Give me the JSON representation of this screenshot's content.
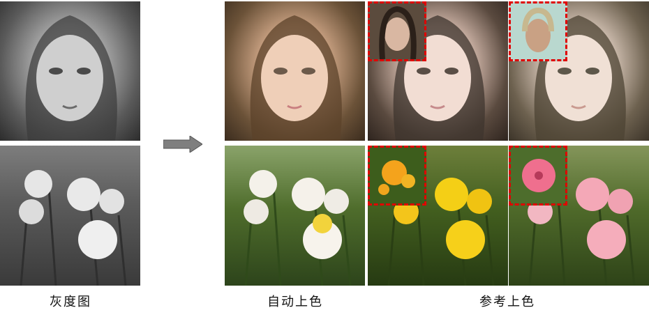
{
  "captions": {
    "grayscale": "灰度图",
    "auto": "自动上色",
    "reference": "参考上色"
  },
  "colors": {
    "inset_border": "#e00000",
    "arrow_fill": "#7f7f7f"
  }
}
